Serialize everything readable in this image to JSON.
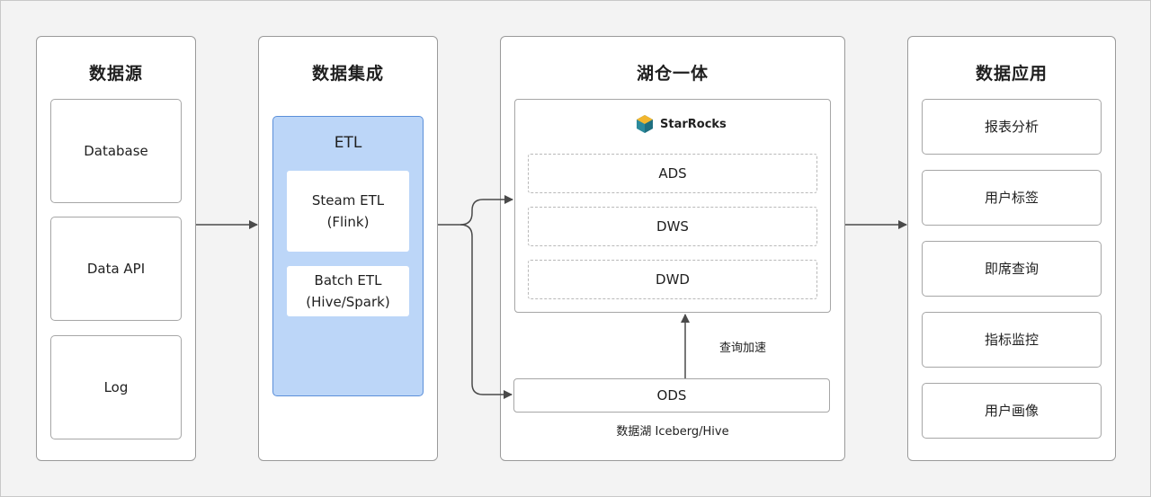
{
  "columns": {
    "sources": {
      "title": "数据源",
      "items": [
        "Database",
        "Data API",
        "Log"
      ]
    },
    "integration": {
      "title": "数据集成",
      "etl_title": "ETL",
      "items": [
        {
          "line1": "Steam ETL",
          "line2": "(Flink)"
        },
        {
          "line1": "Batch ETL",
          "line2": "(Hive/Spark)"
        }
      ]
    },
    "lakehouse": {
      "title": "湖仓一体",
      "engine_name": "StarRocks",
      "layers": [
        "ADS",
        "DWS",
        "DWD"
      ],
      "ods": "ODS",
      "accel_label": "查询加速",
      "lake_label": "数据湖 Iceberg/Hive"
    },
    "apps": {
      "title": "数据应用",
      "items": [
        "报表分析",
        "用户标签",
        "即席查询",
        "指标监控",
        "用户画像"
      ]
    }
  },
  "colors": {
    "etl_fill": "#bcd6f8",
    "etl_border": "#5b8fd9",
    "arrow": "#4a4a4a",
    "logo_teal": "#2c8a9c",
    "logo_yellow": "#f2b62e"
  }
}
